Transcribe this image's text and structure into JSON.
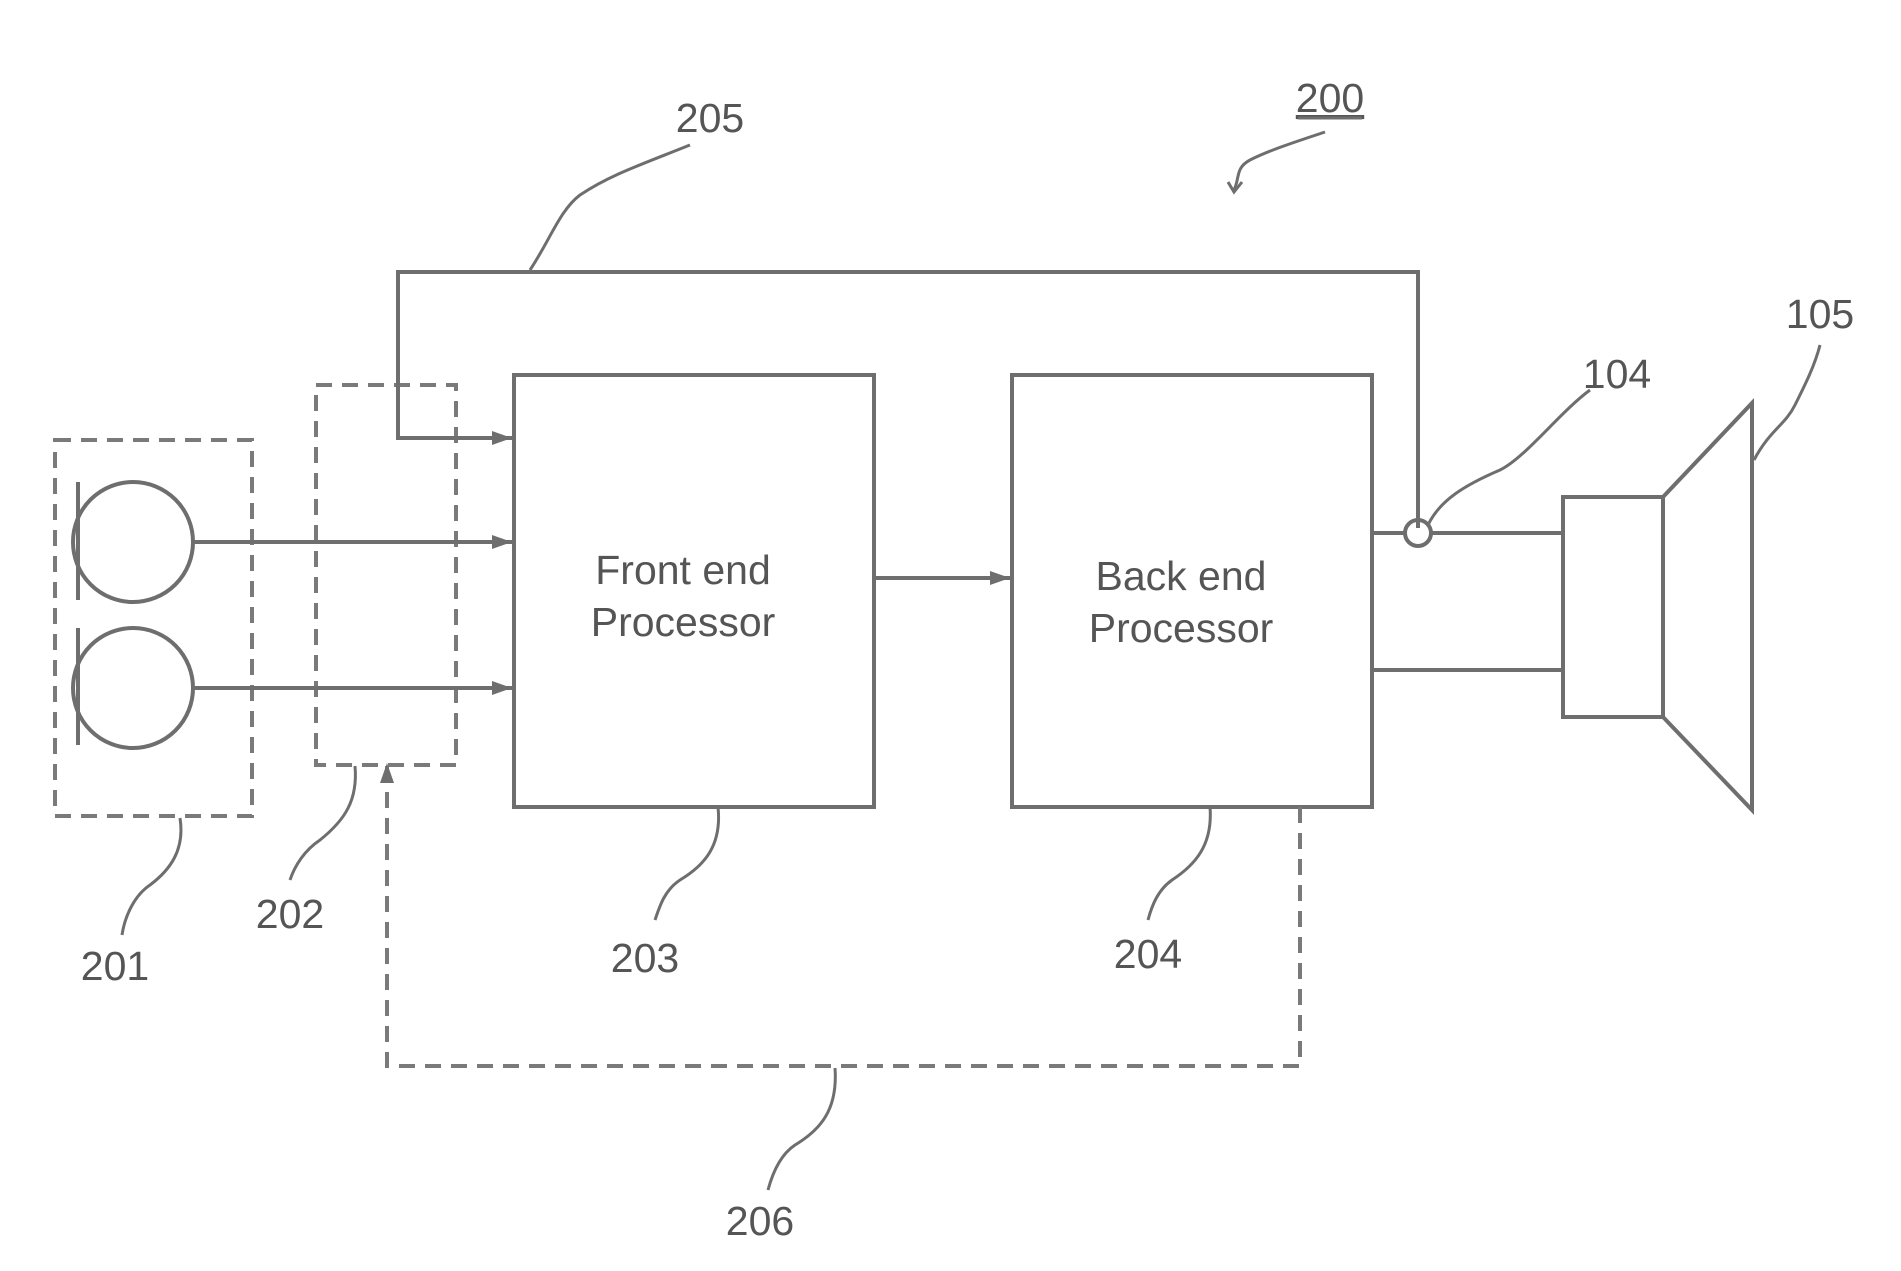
{
  "blocks": {
    "front_end": {
      "line1": "Front end",
      "line2": "Processor"
    },
    "back_end": {
      "line1": "Back end",
      "line2": "Processor"
    }
  },
  "refs": {
    "r200": "200",
    "r201": "201",
    "r202": "202",
    "r203": "203",
    "r204": "204",
    "r205": "205",
    "r206": "206",
    "r104": "104",
    "r105": "105"
  }
}
